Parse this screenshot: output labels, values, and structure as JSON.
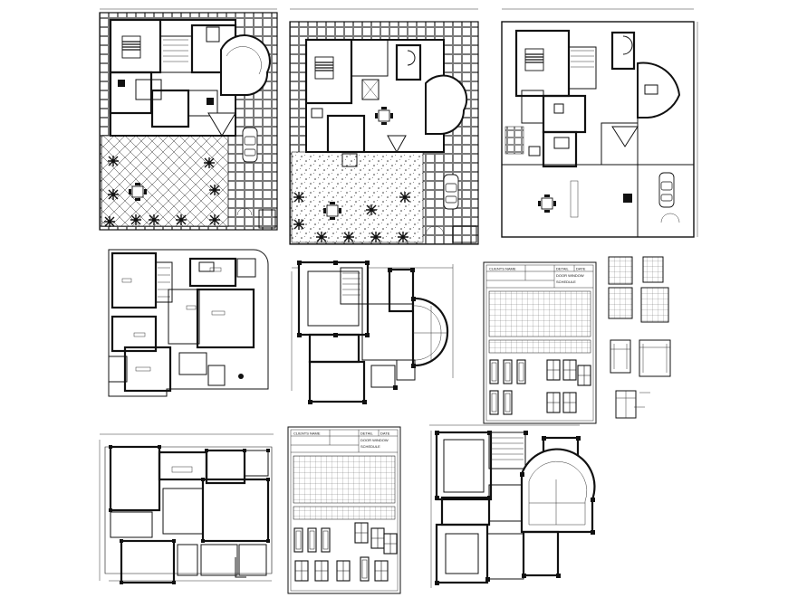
{
  "sheet": {
    "background": "#ffffff",
    "ink": "#111111"
  },
  "panels": {
    "site_plan_a": {
      "kind": "landscaped-site-plan"
    },
    "site_plan_b": {
      "kind": "landscaped-site-plan"
    },
    "site_plan_c": {
      "kind": "landscaped-site-plan"
    },
    "floor_plan_a": {
      "kind": "furnished-floor-plan"
    },
    "structural_plan_a": {
      "kind": "column-beam-layout"
    },
    "door_window_sheet_a": {
      "kind": "door-window-schedule",
      "header_cells": [
        "CLIENTS NAME",
        "DETAIL",
        "DOOR WINDOW",
        "SCHEDULE",
        "DATE"
      ],
      "title_block": "DOOR WINDOW SCHEDULE"
    },
    "window_detail_sheet": {
      "kind": "window-elevation-details"
    },
    "floor_plan_b": {
      "kind": "dimensioned-floor-plan"
    },
    "door_window_sheet_b": {
      "kind": "door-window-schedule",
      "header_cells": [
        "CLIENTS NAME",
        "DETAIL",
        "DOOR WINDOW",
        "SCHEDULE",
        "DATE"
      ],
      "title_block": "DOOR WINDOW SCHEDULE"
    },
    "structural_plan_b": {
      "kind": "column-beam-layout"
    }
  }
}
